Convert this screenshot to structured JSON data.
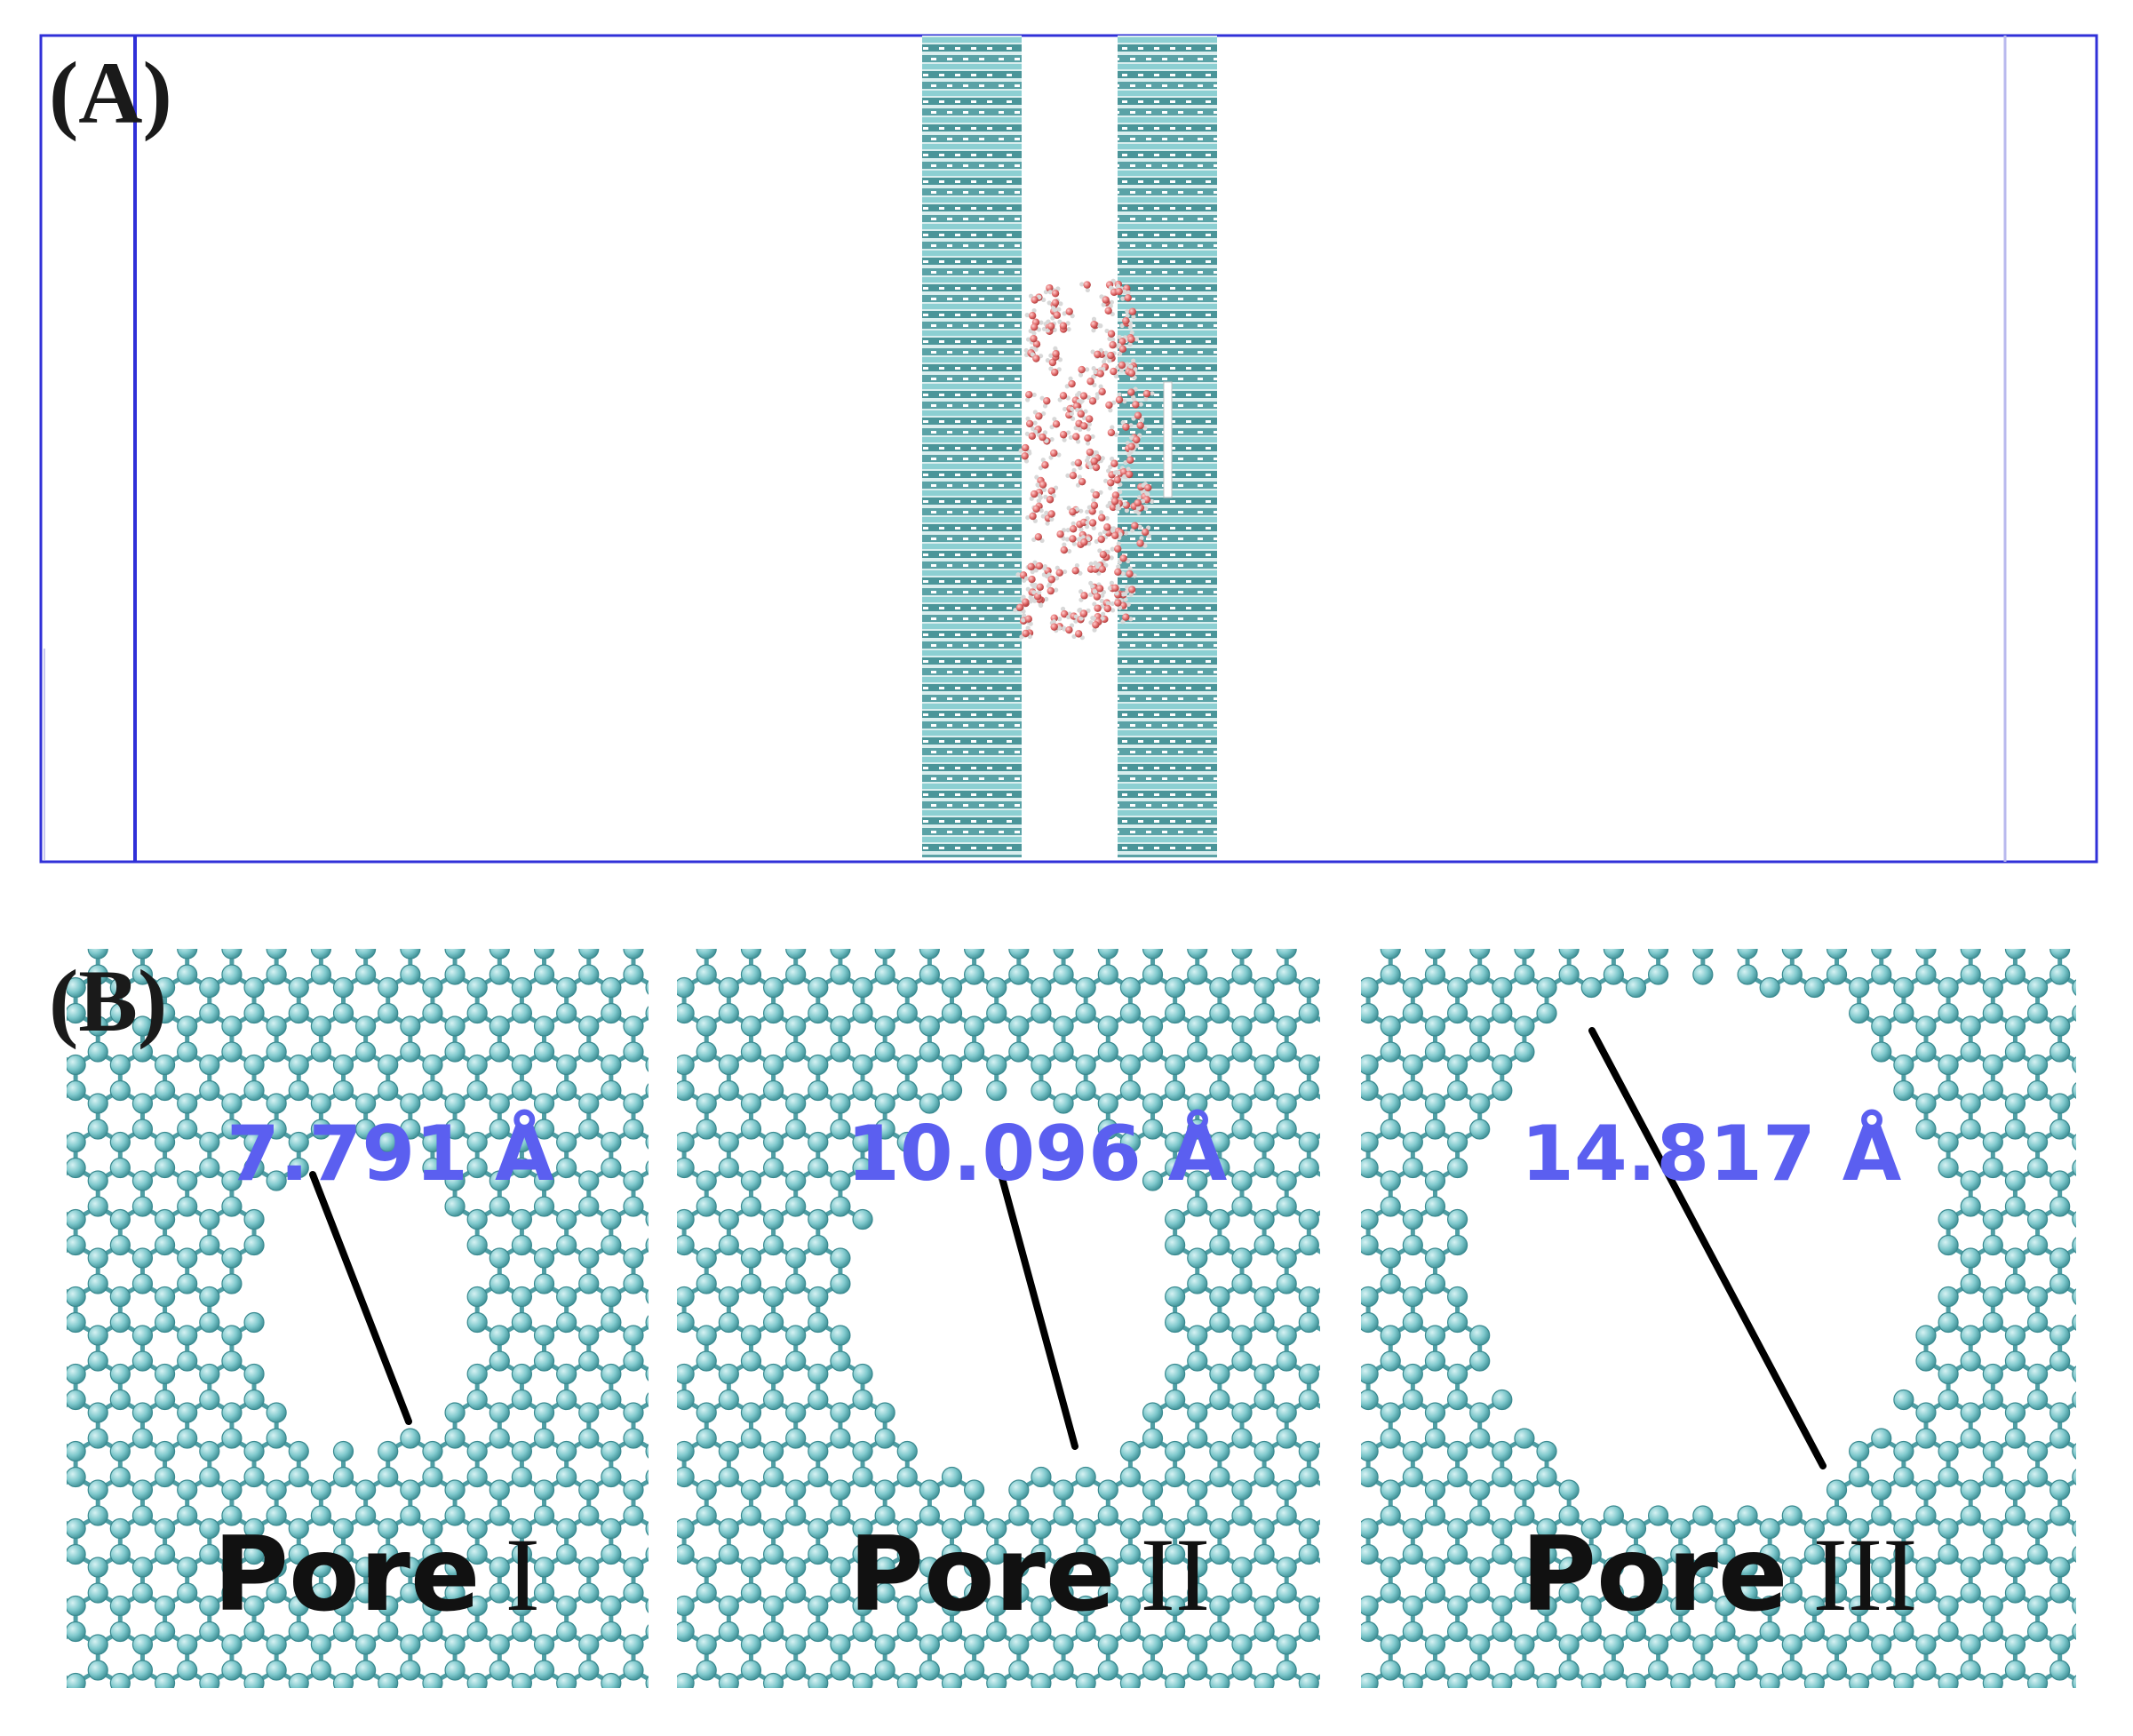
{
  "panel_a": {
    "label": "(A)"
  },
  "panel_b": {
    "label": "(B)",
    "pores": [
      {
        "name": "Pore",
        "numeral": "I",
        "distance": "7.791 Å"
      },
      {
        "name": "Pore",
        "numeral": "II",
        "distance": "10.096 Å"
      },
      {
        "name": "Pore",
        "numeral": "III",
        "distance": "14.817 Å"
      }
    ]
  },
  "colors": {
    "box_frame": "#2f2fd8",
    "sheet_atom": "#7ec8cc",
    "sheet_bond": "#4f9ea4",
    "water_oxygen": "#e06868",
    "water_hydrogen": "#d8d8d8",
    "distance_text": "#5b5ff0",
    "measure_line": "#000000"
  }
}
